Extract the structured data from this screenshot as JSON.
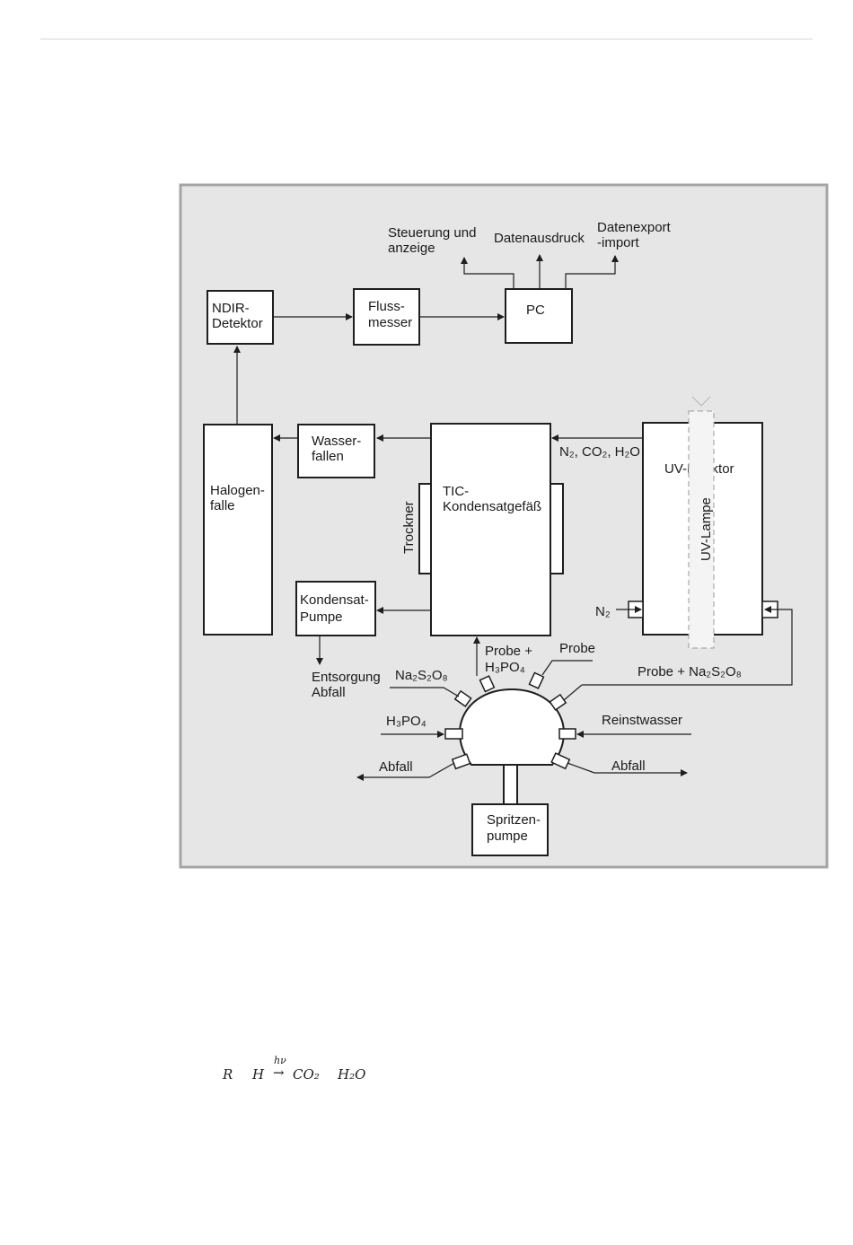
{
  "diagram": {
    "outputs": {
      "control": [
        "Steuerung und",
        "anzeige"
      ],
      "printout": "Datenausdruck",
      "export": [
        "Datenexport",
        "-import"
      ]
    },
    "boxes": {
      "ndir": [
        "NDIR-",
        "Detektor"
      ],
      "flow": [
        "Fluss-",
        "messer"
      ],
      "pc": "PC",
      "halogen": [
        "Halogen-",
        "falle"
      ],
      "water": [
        "Wasser-",
        "fallen"
      ],
      "tic": [
        "TIC-",
        "Kondensatgefäß"
      ],
      "dryer": "Trockner",
      "uv_reactor": "UV-Reaktor",
      "uv_lamp": "UV-Lampe",
      "condensate_pump": [
        "Kondensat-",
        "Pumpe"
      ],
      "syringe_pump": [
        "Spritzen-",
        "pumpe"
      ]
    },
    "labels": {
      "gases": "N₂, CO₂, H₂O",
      "n2": "N₂",
      "disposal": [
        "Entsorgung",
        "Abfall"
      ],
      "na2s2o8": "Na₂S₂O₈",
      "h3po4": "H₃PO₄",
      "probe_h3po4": [
        "Probe +",
        "H₃PO₄"
      ],
      "probe": "Probe",
      "probe_na2s2o8": "Probe + Na₂S₂O₈",
      "reinstwasser": "Reinstwasser",
      "abfall_left": "Abfall",
      "abfall_right": "Abfall"
    }
  },
  "formula": {
    "r": "R",
    "h": "H",
    "hv": "hν",
    "arrow": "→",
    "co2": "CO₂",
    "h2o": "H₂O"
  }
}
